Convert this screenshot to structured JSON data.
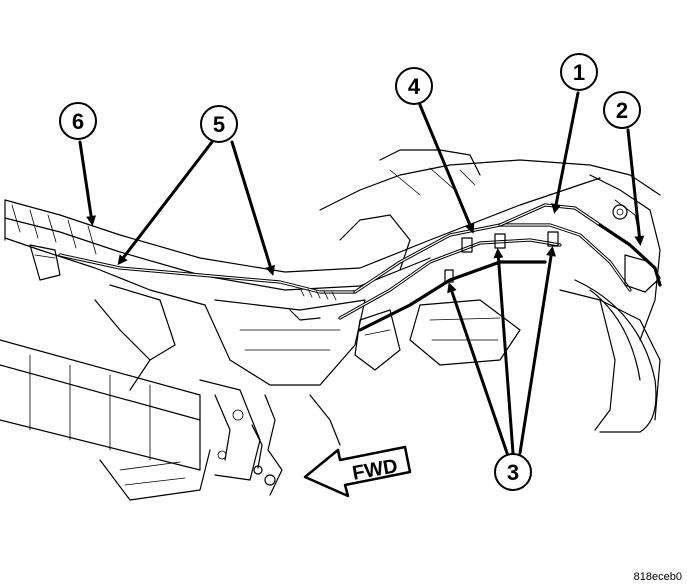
{
  "callouts": [
    {
      "id": "1",
      "label": "1"
    },
    {
      "id": "2",
      "label": "2"
    },
    {
      "id": "3",
      "label": "3"
    },
    {
      "id": "4",
      "label": "4"
    },
    {
      "id": "5",
      "label": "5"
    },
    {
      "id": "6",
      "label": "6"
    }
  ],
  "direction_arrow": {
    "label": "FWD"
  },
  "figure_code": "818eceb0",
  "colors": {
    "ink": "#000000",
    "paper": "#ffffff"
  }
}
